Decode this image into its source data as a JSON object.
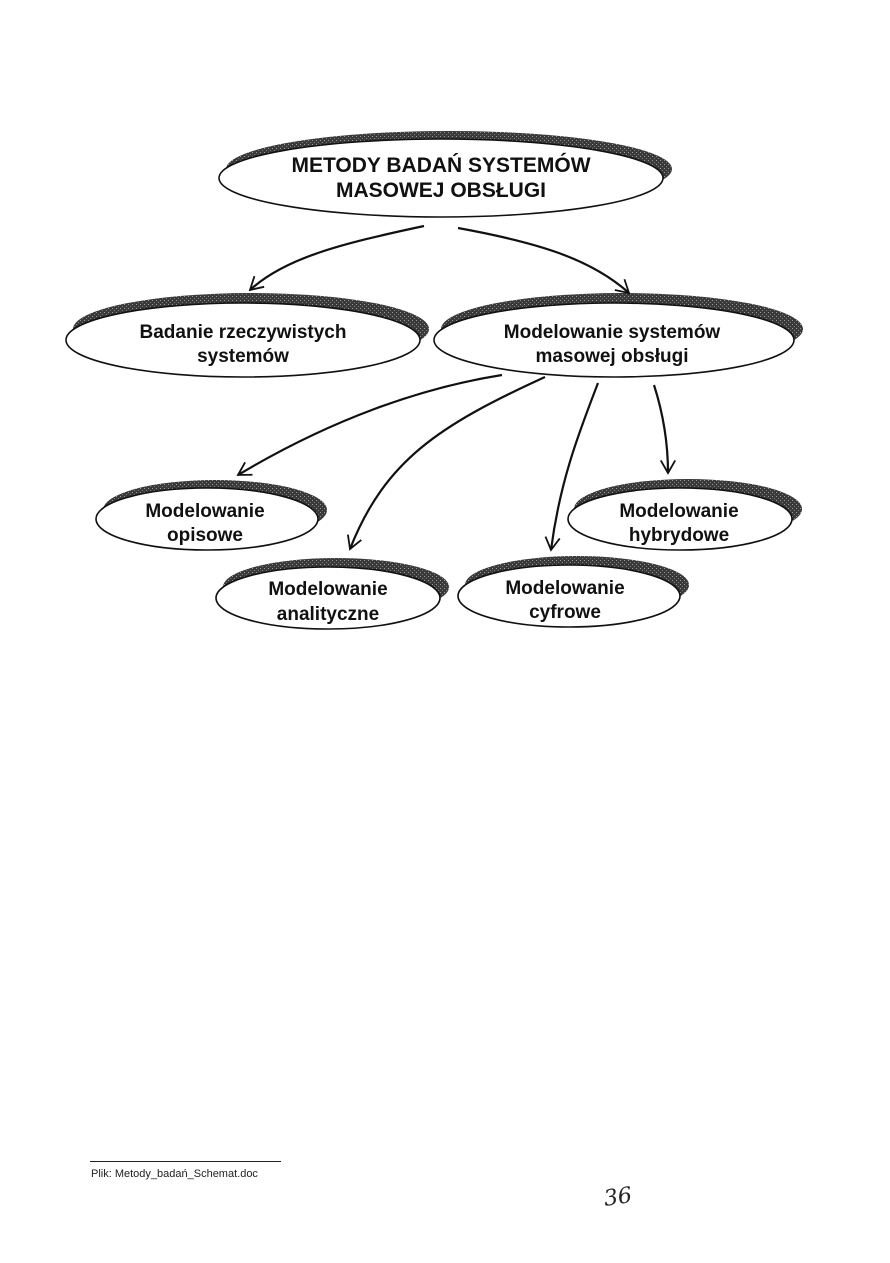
{
  "diagram": {
    "root": {
      "line1": "METODY BADAŃ SYSTEMÓW",
      "line2": "MASOWEJ OBSŁUGI"
    },
    "level1": [
      {
        "line1": "Badanie rzeczywistych",
        "line2": "systemów"
      },
      {
        "line1": "Modelowanie systemów",
        "line2": "masowej  obsługi"
      }
    ],
    "level2": [
      {
        "line1": "Modelowanie",
        "line2": "opisowe"
      },
      {
        "line1": "Modelowanie",
        "line2": "analityczne"
      },
      {
        "line1": "Modelowanie",
        "line2": "cyfrowe"
      },
      {
        "line1": "Modelowanie",
        "line2": "hybrydowe"
      }
    ]
  },
  "footer": {
    "file_label": "Plik: Metody_badań_Schemat.doc",
    "page_number": "36"
  }
}
